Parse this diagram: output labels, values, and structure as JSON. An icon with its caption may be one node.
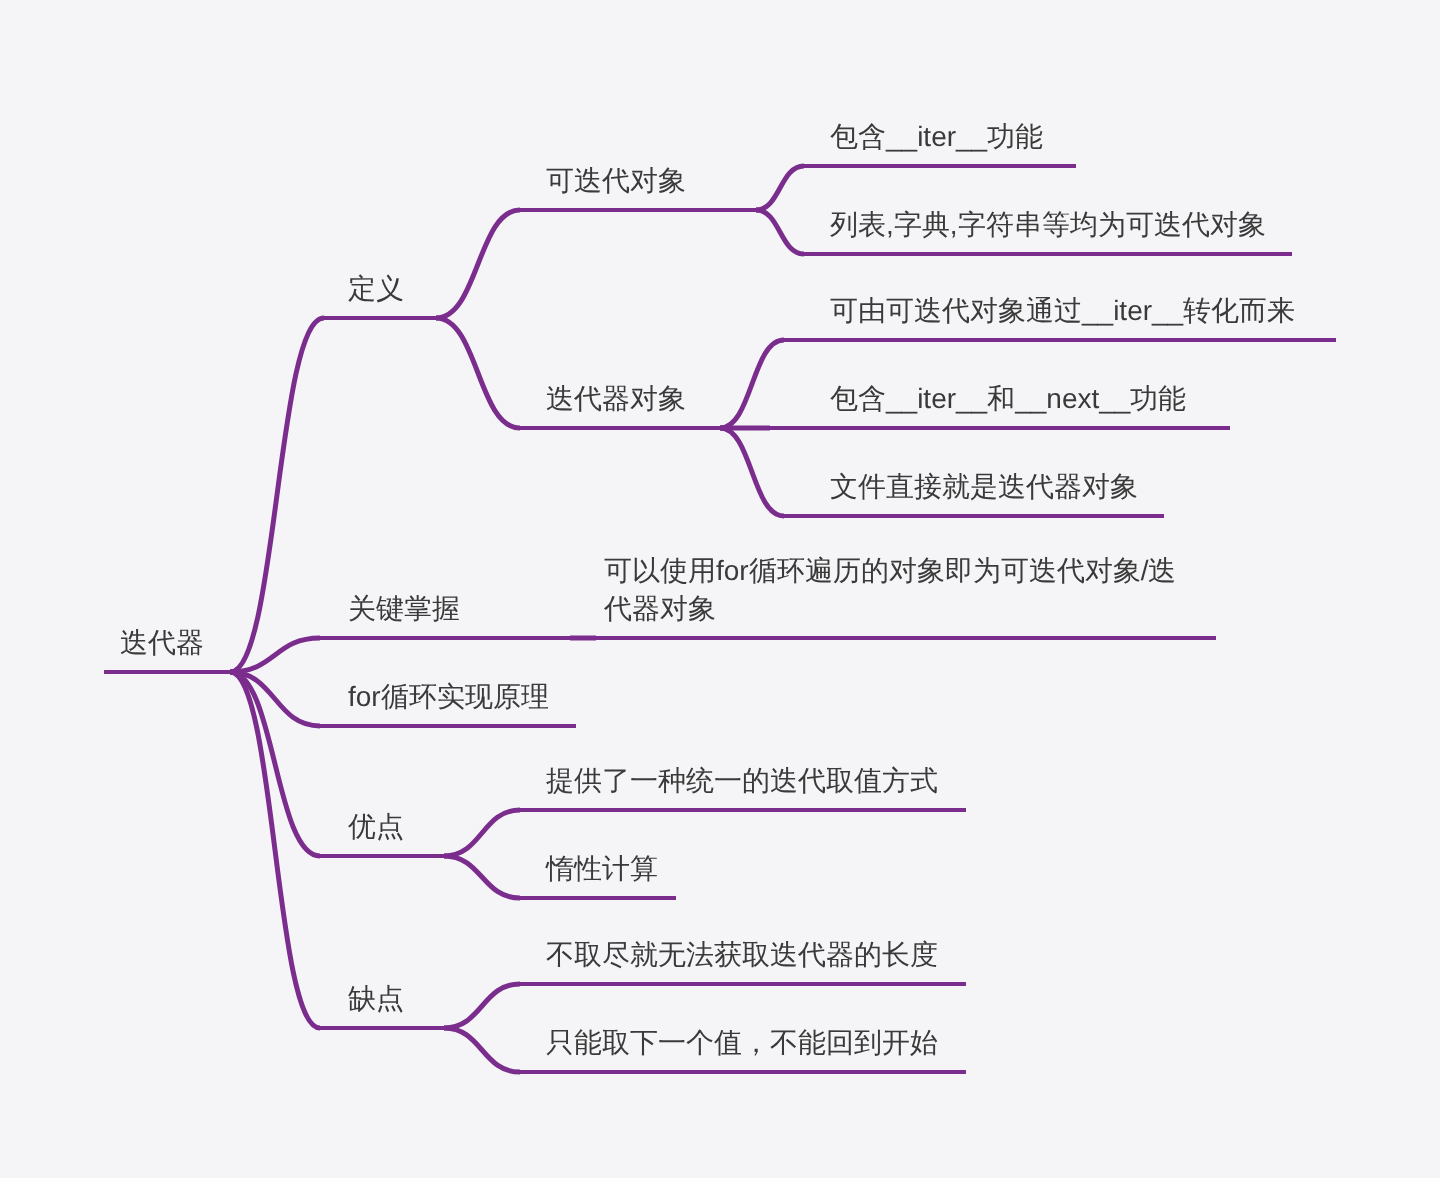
{
  "diagram": {
    "nodes": [
      {
        "text": [
          "迭代器"
        ]
      },
      {
        "text": [
          "定义"
        ]
      },
      {
        "text": [
          "可迭代对象"
        ]
      },
      {
        "text": [
          "包含__iter__功能"
        ]
      },
      {
        "text": [
          "列表,字典,字符串等均为可迭代对象"
        ]
      },
      {
        "text": [
          "迭代器对象"
        ]
      },
      {
        "text": [
          "可由可迭代对象通过__iter__转化而来"
        ]
      },
      {
        "text": [
          "包含__iter__和__next__功能"
        ]
      },
      {
        "text": [
          "文件直接就是迭代器对象"
        ]
      },
      {
        "text": [
          "关键掌握"
        ]
      },
      {
        "text": [
          "可以使用for循环遍历的对象即为可迭代对象/迭代器对象"
        ]
      },
      {
        "text": [
          "for循环实现原理"
        ]
      },
      {
        "text": [
          "优点"
        ]
      },
      {
        "text": [
          "提供了一种统一的迭代取值方式"
        ]
      },
      {
        "text": [
          "惰性计算"
        ]
      },
      {
        "text": [
          "缺点"
        ]
      },
      {
        "text": [
          "不取尽就无法获取迭代器的长度"
        ]
      },
      {
        "text": [
          "只能取下一个值，不能回到开始"
        ]
      }
    ],
    "edges": [
      {
        "from": 0,
        "to": 1,
        "arrow": "none"
      },
      {
        "from": 1,
        "to": 2,
        "arrow": "none"
      },
      {
        "from": 2,
        "to": 3,
        "arrow": "none"
      },
      {
        "from": 2,
        "to": 4,
        "arrow": "none"
      },
      {
        "from": 1,
        "to": 5,
        "arrow": "none"
      },
      {
        "from": 5,
        "to": 6,
        "arrow": "none"
      },
      {
        "from": 5,
        "to": 7,
        "arrow": "none"
      },
      {
        "from": 5,
        "to": 8,
        "arrow": "none"
      },
      {
        "from": 0,
        "to": 9,
        "arrow": "none"
      },
      {
        "from": 9,
        "to": 10,
        "arrow": "none"
      },
      {
        "from": 0,
        "to": 11,
        "arrow": "none"
      },
      {
        "from": 0,
        "to": 12,
        "arrow": "none"
      },
      {
        "from": 12,
        "to": 13,
        "arrow": "none"
      },
      {
        "from": 12,
        "to": 14,
        "arrow": "none"
      },
      {
        "from": 0,
        "to": 15,
        "arrow": "none"
      },
      {
        "from": 15,
        "to": 16,
        "arrow": "none"
      },
      {
        "from": 15,
        "to": 17,
        "arrow": "none"
      }
    ]
  }
}
